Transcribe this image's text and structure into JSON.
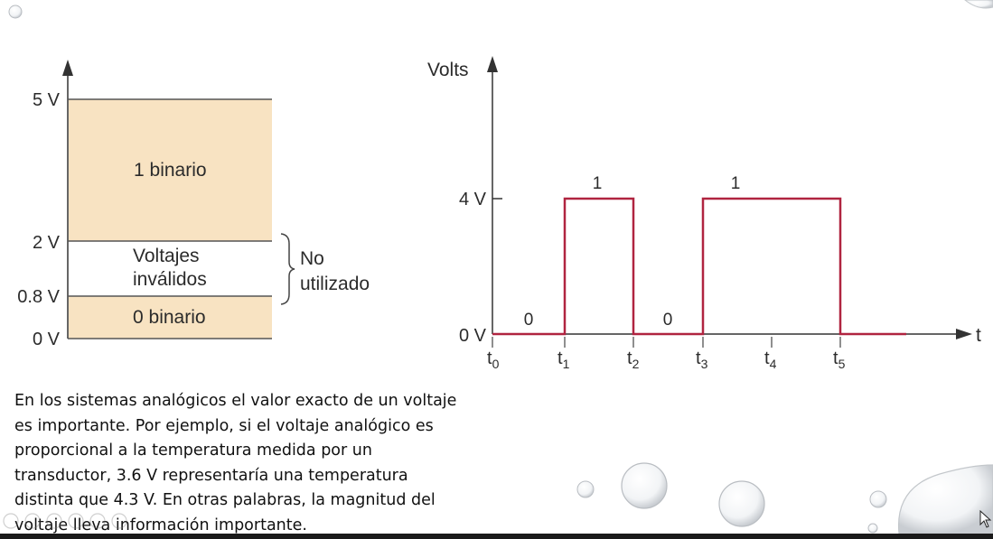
{
  "left_diagram": {
    "levels": [
      "5 V",
      "2 V",
      "0.8 V",
      "0 V"
    ],
    "region_high": "1 binario",
    "region_invalid_line1": "Voltajes",
    "region_invalid_line2": "inválidos",
    "region_low": "0 binario",
    "brace_line1": "No",
    "brace_line2": "utilizado",
    "colors": {
      "fill": "#f8e3c2",
      "line": "#555555"
    }
  },
  "right_diagram": {
    "y_axis_title": "Volts",
    "y_tick_4": "4 V",
    "y_tick_0": "0 V",
    "x_axis_label": "t",
    "time_ticks": [
      "t",
      "t",
      "t",
      "t",
      "t",
      "t"
    ],
    "time_subscripts": [
      "0",
      "1",
      "2",
      "3",
      "4",
      "5"
    ],
    "bit_labels": [
      "0",
      "1",
      "0",
      "1"
    ],
    "colors": {
      "signal": "#b02440"
    }
  },
  "paragraph": {
    "lines": [
      "En los sistemas analógicos el valor exacto de un voltaje",
      "es importante. Por ejemplo, si el voltaje analógico es",
      "proporcional a la temperatura medida por un",
      "transductor, 3.6 V representaría una temperatura",
      "distinta que 4.3 V. En otras palabras, la magnitud del",
      "voltaje lleva información importante."
    ]
  }
}
